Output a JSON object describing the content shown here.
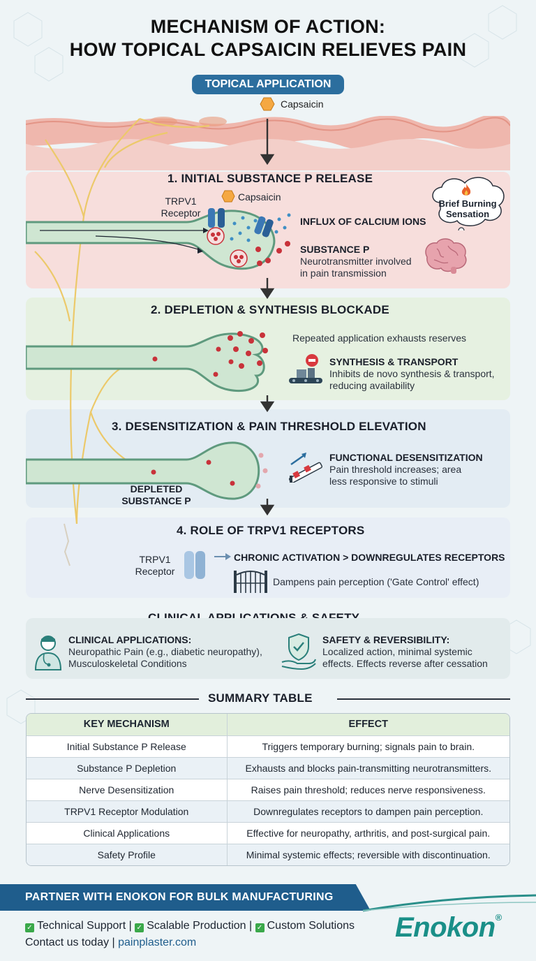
{
  "title": {
    "line1": "MECHANISM OF ACTION:",
    "line2": "HOW TOPICAL CAPSAICIN RELIEVES PAIN"
  },
  "topical": {
    "pill": "TOPICAL APPLICATION",
    "capsaicin": "Capsaicin"
  },
  "step1": {
    "title": "1. INITIAL SUBSTANCE P RELEASE",
    "trpv1": "TRPV1",
    "receptor": "Receptor",
    "capsaicin": "Capsaicin",
    "influx": "INFLUX OF CALCIUM IONS",
    "substance_p": "SUBSTANCE P",
    "desc_line1": "Neurotransmitter involved",
    "desc_line2": "in pain transmission",
    "burning_line1": "Brief Burning",
    "burning_line2": "Sensation"
  },
  "step2": {
    "title": "2. DEPLETION & SYNTHESIS BLOCKADE",
    "repeated": "Repeated application exhausts reserves",
    "synth_title": "SYNTHESIS & TRANSPORT",
    "synth_line1": "Inhibits de novo synthesis & transport,",
    "synth_line2": "reducing availability"
  },
  "step3": {
    "title": "3. DESENSITIZATION & PAIN THRESHOLD ELEVATION",
    "func_title": "FUNCTIONAL DESENSITIZATION",
    "func_line1": "Pain threshold increases; area",
    "func_line2": "less responsive to stimuli",
    "depleted_line1": "DEPLETED",
    "depleted_line2": "SUBSTANCE P"
  },
  "step4": {
    "title": "4. ROLE OF TRPV1 RECEPTORS",
    "trpv1": "TRPV1",
    "receptor": "Receptor",
    "chronic": "CHRONIC ACTIVATION > DOWNREGULATES RECEPTORS",
    "gate": "Dampens pain perception ('Gate Control' effect)"
  },
  "clinical": {
    "heading": "CLINICAL APPLICATIONS & SAFETY",
    "apps_title": "CLINICAL APPLICATIONS:",
    "apps_line1": "Neuropathic Pain (e.g., diabetic neuropathy),",
    "apps_line2": "Musculoskeletal Conditions",
    "safety_title": "SAFETY & REVERSIBILITY:",
    "safety_line1": "Localized action, minimal systemic",
    "safety_line2": "effects. Effects reverse after cessation"
  },
  "summary": {
    "heading": "SUMMARY TABLE",
    "col1": "KEY MECHANISM",
    "col2": "EFFECT",
    "rows": [
      {
        "mechanism": "Initial Substance P Release",
        "effect": "Triggers temporary burning; signals pain to brain."
      },
      {
        "mechanism": "Substance P Depletion",
        "effect": "Exhausts and blocks pain-transmitting neurotransmitters."
      },
      {
        "mechanism": "Nerve Desensitization",
        "effect": "Raises pain threshold; reduces nerve responsiveness."
      },
      {
        "mechanism": "TRPV1 Receptor Modulation",
        "effect": "Downregulates receptors to dampen pain perception."
      },
      {
        "mechanism": "Clinical Applications",
        "effect": "Effective for neuropathy, arthritis, and post-surgical pain."
      },
      {
        "mechanism": "Safety Profile",
        "effect": "Minimal systemic effects; reversible with discontinuation."
      }
    ]
  },
  "footer": {
    "banner": "PARTNER WITH ENOKON FOR BULK MANUFACTURING",
    "feature1": "Technical Support",
    "feature2": "Scalable Production",
    "feature3": "Custom Solutions",
    "separator": "|",
    "contact_prefix": "Contact us today |",
    "website": "painplaster.com",
    "logo": "Enokon",
    "registered": "®"
  },
  "colors": {
    "primary_blue": "#2c6e9e",
    "banner_blue": "#1f5d8c",
    "nerve_green": "#cfe6d2",
    "substance_p_red": "#c8323a",
    "calcium_blue": "#3f8fc4",
    "check_green": "#3aa84a",
    "logo_teal": "#1a8f88"
  }
}
